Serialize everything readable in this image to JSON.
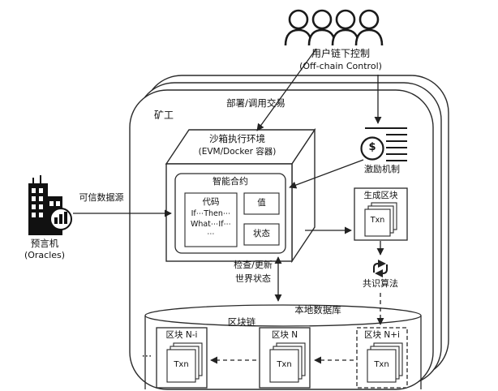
{
  "colors": {
    "ink": "#222222",
    "text": "#111111",
    "bg": "#ffffff"
  },
  "offchain": {
    "label_zh": "用户链下控制",
    "label_en": "(Off-chain Control)"
  },
  "miner": {
    "label": "矿工"
  },
  "deploy": {
    "label": "部署/调用交易"
  },
  "sandbox": {
    "title_zh": "沙箱执行环境",
    "title_en": "(EVM/Docker 容器)",
    "contract": {
      "title": "智能合约",
      "code_label": "代码",
      "code_lines": [
        "If⋯Then⋯",
        "What⋯If⋯",
        "⋯"
      ],
      "value_label": "值",
      "state_label": "状态"
    }
  },
  "incentive": {
    "dollar": "$",
    "label": "激励机制"
  },
  "gen_block": {
    "label": "生成区块",
    "txn": "Txn"
  },
  "consensus": {
    "label": "共识算法"
  },
  "oracle": {
    "label_zh": "预言机",
    "label_en": "(Oracles)"
  },
  "datasource": {
    "label": "可信数据源"
  },
  "world_state": {
    "line1": "检查/更新",
    "line2": "世界状态"
  },
  "database": {
    "label": "本地数据库"
  },
  "blockchain": {
    "label": "区块链",
    "ellipsis": "⋯",
    "blocks": [
      {
        "label": "区块 N-i",
        "txn": "Txn"
      },
      {
        "label": "区块 N",
        "txn": "Txn"
      },
      {
        "label": "区块 N+i",
        "txn": "Txn"
      }
    ]
  }
}
